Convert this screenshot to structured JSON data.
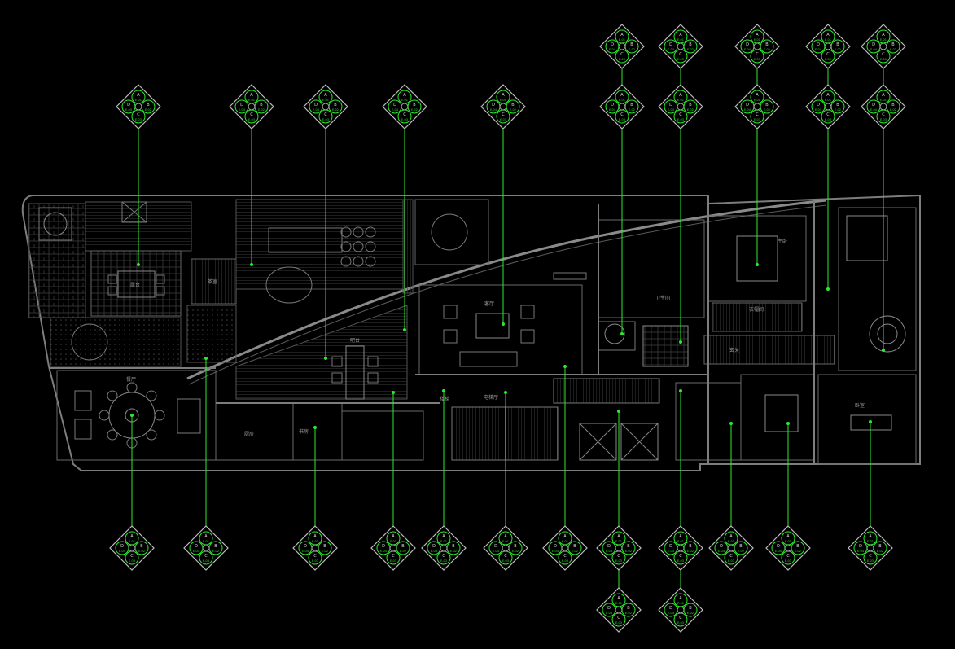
{
  "drawing": {
    "background": "#000000",
    "line_color": "#6f6f6f",
    "leader_color": "#2ee82e"
  },
  "room_labels": [
    {
      "id": "terrace",
      "text": "露台"
    },
    {
      "id": "tea",
      "text": "茶室"
    },
    {
      "id": "dining",
      "text": "餐厅"
    },
    {
      "id": "bar",
      "text": "吧台"
    },
    {
      "id": "living",
      "text": "客厅"
    },
    {
      "id": "kitchen",
      "text": "厨房"
    },
    {
      "id": "study",
      "text": "书房"
    },
    {
      "id": "master",
      "text": "主卧"
    },
    {
      "id": "bath",
      "text": "卫生间"
    },
    {
      "id": "closet",
      "text": "衣帽间"
    },
    {
      "id": "bed2",
      "text": "卧室"
    },
    {
      "id": "foyer",
      "text": "玄关"
    },
    {
      "id": "lift",
      "text": "电梯厅"
    },
    {
      "id": "stair",
      "text": "楼梯"
    }
  ],
  "elevation_tag": {
    "letters": [
      "A",
      "B",
      "C",
      "D"
    ],
    "sheets": [
      "E-01",
      "E-02",
      "E-03",
      "E-04"
    ]
  }
}
